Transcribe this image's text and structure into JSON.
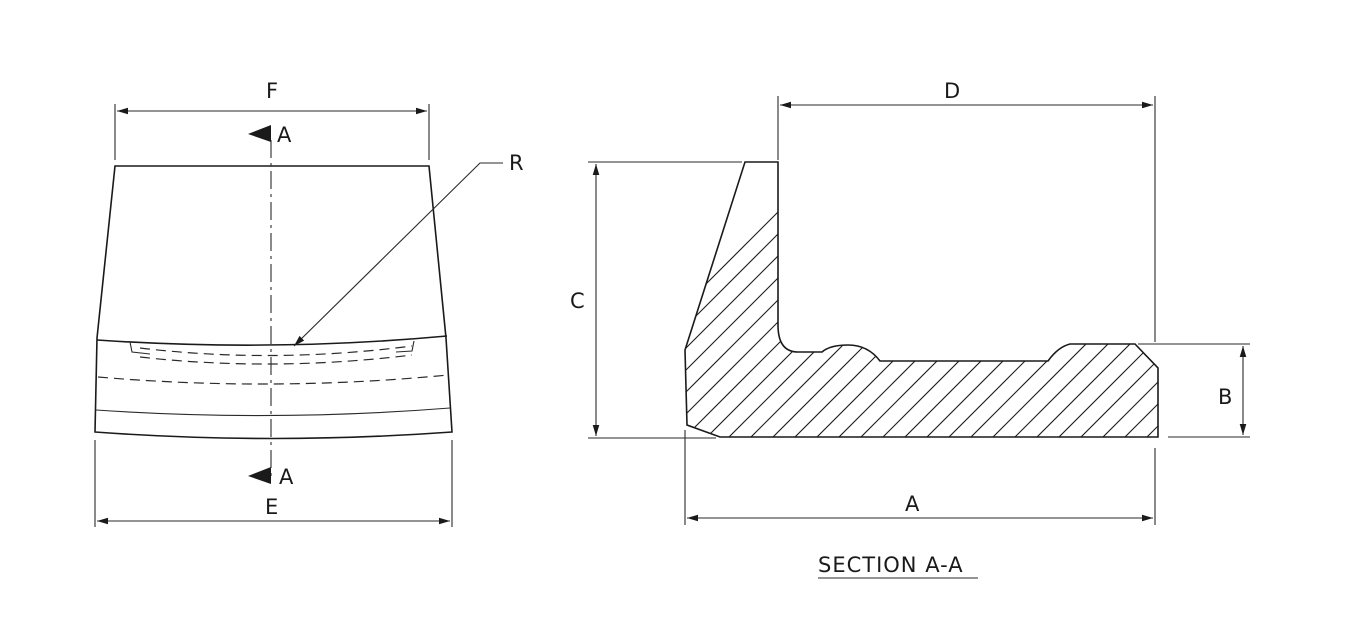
{
  "labels": {
    "F": "F",
    "E": "E",
    "R": "R",
    "section_top": "A",
    "section_bottom": "A",
    "A": "A",
    "B": "B",
    "C": "C",
    "D": "D"
  },
  "section_title": "SECTION A-A"
}
